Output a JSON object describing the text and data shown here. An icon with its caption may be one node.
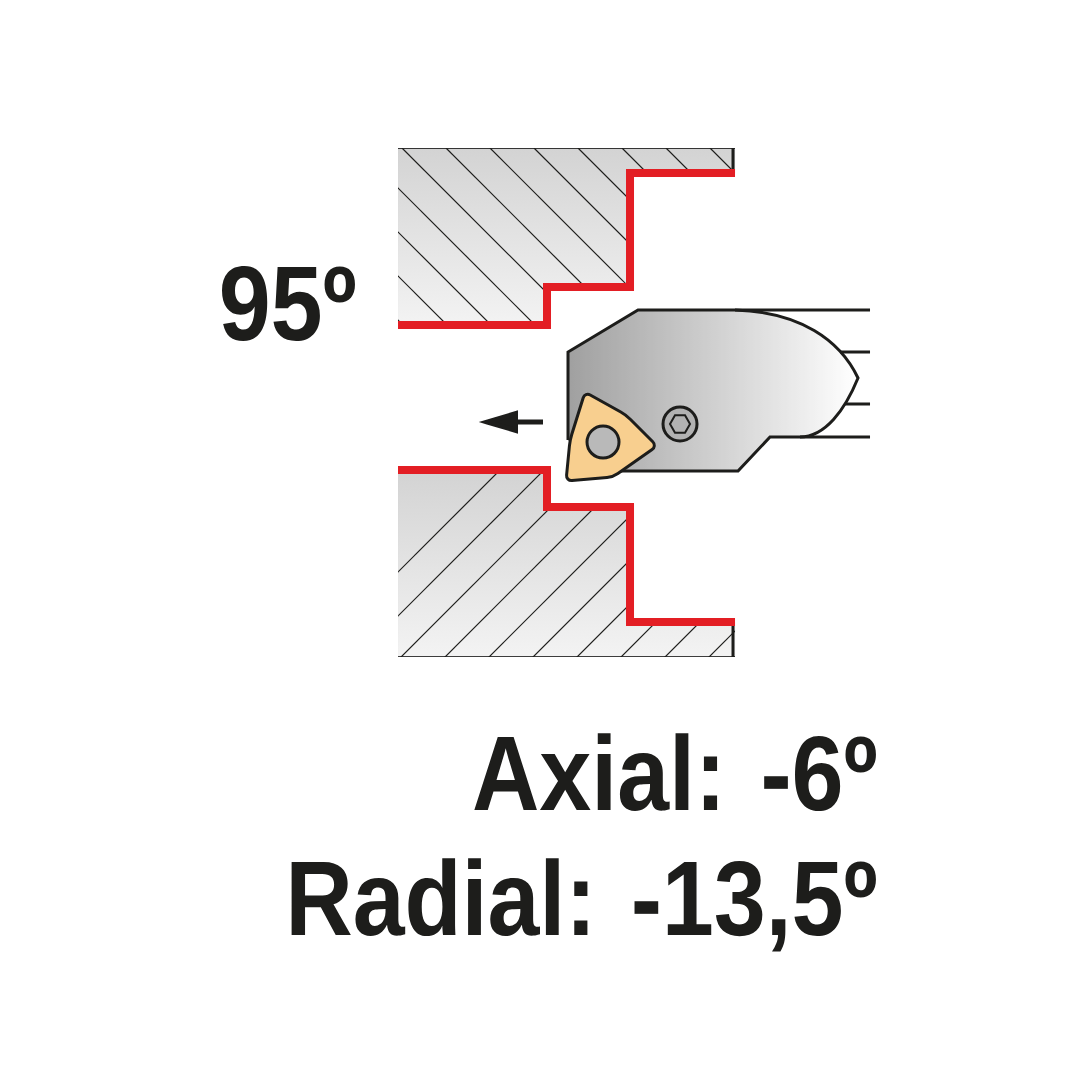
{
  "diagram": {
    "labels": [
      "95º",
      "Axial: -6º",
      "Radial: -13,5º"
    ]
  }
}
